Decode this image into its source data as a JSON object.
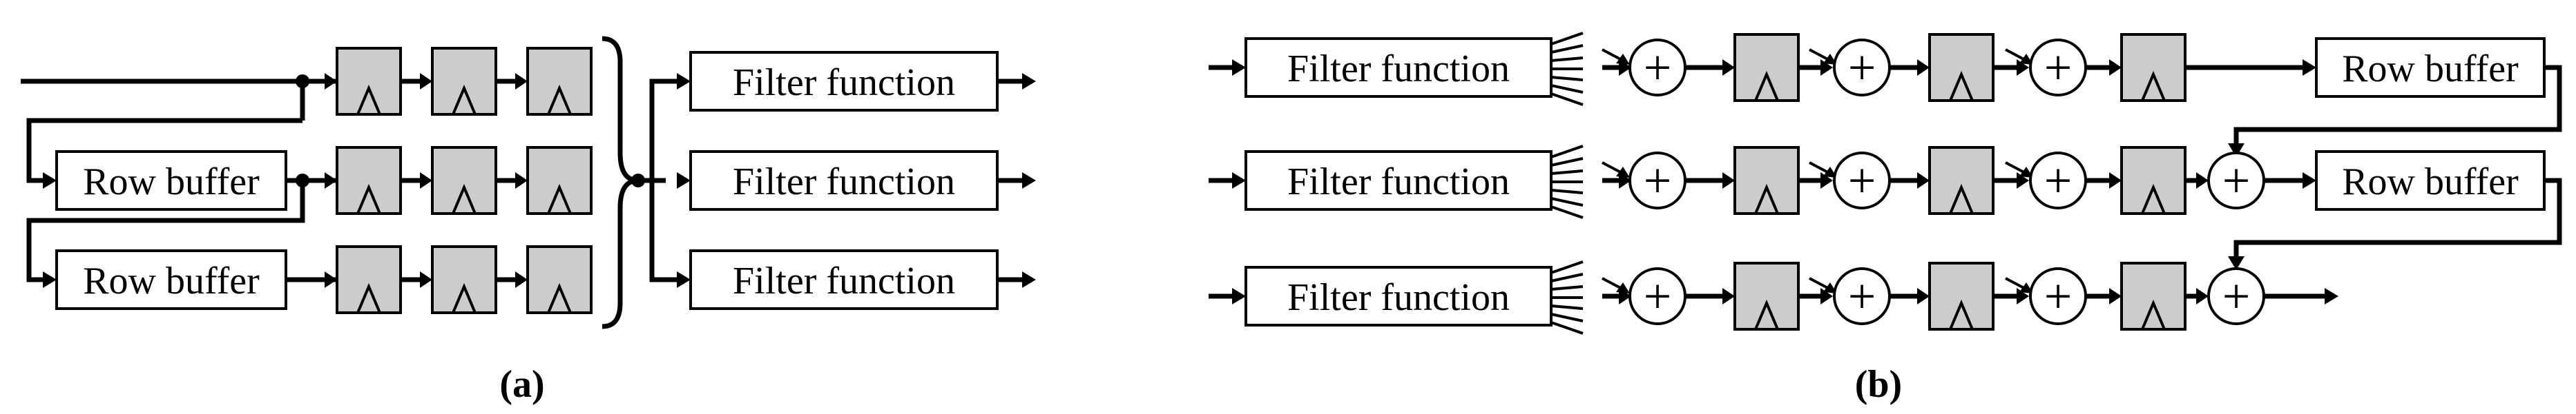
{
  "panel_a": {
    "caption": "(a)",
    "row_buffer_labels": [
      "Row buffer",
      "Row buffer"
    ],
    "filter_labels": [
      "Filter function",
      "Filter function",
      "Filter function"
    ],
    "register_icon": "shift-register-icon"
  },
  "panel_b": {
    "caption": "(b)",
    "filter_labels": [
      "Filter function",
      "Filter function",
      "Filter function"
    ],
    "row_buffer_labels": [
      "Row buffer",
      "Row buffer"
    ],
    "adder_symbol": "+",
    "register_icon": "shift-register-icon",
    "adder_icon": "adder-icon"
  },
  "colors": {
    "line": "#000000",
    "register_fill": "#cccccc",
    "box_fill": "#ffffff"
  }
}
